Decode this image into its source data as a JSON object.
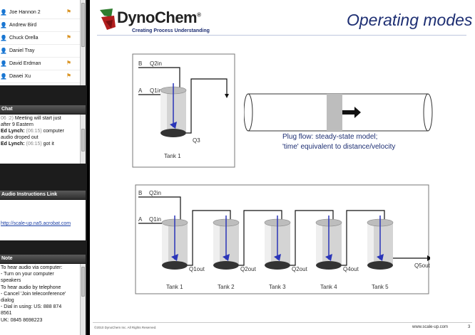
{
  "attendees": [
    {
      "name": "Joe  Hannon 2",
      "alert": true
    },
    {
      "name": "Andrew Bird",
      "alert": false
    },
    {
      "name": "Chuck Orella",
      "alert": true
    },
    {
      "name": "Daniel Tray",
      "alert": false
    },
    {
      "name": "David Erdman",
      "alert": true
    },
    {
      "name": "Dawei Xu",
      "alert": true
    }
  ],
  "chat": {
    "title": "Chat",
    "lines": [
      {
        "who": "",
        "time": "06 :2)",
        "text": " Meeting will start just"
      },
      {
        "who": "",
        "time": "",
        "text": "after 9 Eastern"
      },
      {
        "who": "Ed Lynch:",
        "time": " (06:15)",
        "text": " computer"
      },
      {
        "who": "",
        "time": "",
        "text": "audio droped out"
      },
      {
        "who": "Ed Lynch:",
        "time": " (06:15)",
        "text": " got it"
      }
    ]
  },
  "audio": {
    "title": "Audio Instructions Link",
    "link": "http://scale-up.na5.acrobat.com"
  },
  "note": {
    "title": "Note",
    "lines": [
      "To hear audio via computer:",
      "- Turn on your computer",
      "speakers",
      "To hear audio by telephone",
      "- Cancel 'Join teleconference'",
      "dialog",
      "- Dial in using: US: 888 874",
      "8561",
      "UK: 0845 8698223"
    ]
  },
  "slide": {
    "logo_name": "DynoChem",
    "logo_reg": "®",
    "logo_tagline": "Creating Process Understanding",
    "title": "Operating modes",
    "plug_caption_1": "Plug flow: steady-state model;",
    "plug_caption_2": "'time' equivalent to distance/velocity",
    "footer_left": "©2010 DynoChem Inc. All Rights Reserved.",
    "footer_right": "www.scale-up.com",
    "page_number": "3",
    "diagram1": {
      "b": "B",
      "q2in": "Q2in",
      "a": "A",
      "q1in": "Q1in",
      "q3": "Q3",
      "tank": "Tank 1"
    },
    "diagram2": {
      "b": "B",
      "q2in": "Q2in",
      "a": "A",
      "q1in": "Q1in",
      "flows": [
        "Q1out",
        "Q2out",
        "Q2out",
        "Q4out",
        "Q5out"
      ],
      "tanks": [
        "Tank 1",
        "Tank 2",
        "Tank 3",
        "Tank 4",
        "Tank 5"
      ]
    }
  },
  "colors": {
    "accent": "#1e2f73",
    "panel_header": "#3a3a3a",
    "alert": "#d99322"
  }
}
